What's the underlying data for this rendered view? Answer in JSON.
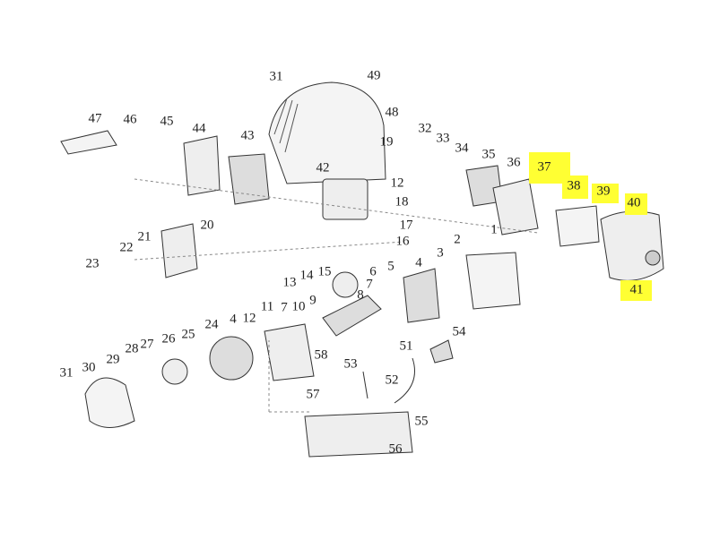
{
  "diagram": {
    "highlight_color": "#ffff33",
    "callouts": [
      {
        "id": "31",
        "highlighted": false
      },
      {
        "id": "49",
        "highlighted": false
      },
      {
        "id": "48",
        "highlighted": false
      },
      {
        "id": "47",
        "highlighted": false
      },
      {
        "id": "46",
        "highlighted": false
      },
      {
        "id": "45",
        "highlighted": false
      },
      {
        "id": "44",
        "highlighted": false
      },
      {
        "id": "43",
        "highlighted": false
      },
      {
        "id": "32",
        "highlighted": false
      },
      {
        "id": "33",
        "highlighted": false
      },
      {
        "id": "34",
        "highlighted": false
      },
      {
        "id": "19",
        "highlighted": false
      },
      {
        "id": "35",
        "highlighted": false
      },
      {
        "id": "36",
        "highlighted": false
      },
      {
        "id": "37",
        "highlighted": true
      },
      {
        "id": "38",
        "highlighted": true
      },
      {
        "id": "39",
        "highlighted": true
      },
      {
        "id": "40",
        "highlighted": true
      },
      {
        "id": "41",
        "highlighted": true
      },
      {
        "id": "42",
        "highlighted": false
      },
      {
        "id": "12",
        "highlighted": false
      },
      {
        "id": "18",
        "highlighted": false
      },
      {
        "id": "17",
        "highlighted": false
      },
      {
        "id": "16",
        "highlighted": false
      },
      {
        "id": "20",
        "highlighted": false
      },
      {
        "id": "21",
        "highlighted": false
      },
      {
        "id": "22",
        "highlighted": false
      },
      {
        "id": "23",
        "highlighted": false
      },
      {
        "id": "1",
        "highlighted": false
      },
      {
        "id": "2",
        "highlighted": false
      },
      {
        "id": "3",
        "highlighted": false
      },
      {
        "id": "4",
        "highlighted": false
      },
      {
        "id": "5",
        "highlighted": false
      },
      {
        "id": "6",
        "highlighted": false
      },
      {
        "id": "14",
        "highlighted": false
      },
      {
        "id": "15",
        "highlighted": false
      },
      {
        "id": "13",
        "highlighted": false
      },
      {
        "id": "7",
        "highlighted": false
      },
      {
        "id": "8",
        "highlighted": false
      },
      {
        "id": "9",
        "highlighted": false
      },
      {
        "id": "10",
        "highlighted": false
      },
      {
        "id": "7",
        "highlighted": false
      },
      {
        "id": "11",
        "highlighted": false
      },
      {
        "id": "12",
        "highlighted": false
      },
      {
        "id": "4",
        "highlighted": false
      },
      {
        "id": "24",
        "highlighted": false
      },
      {
        "id": "25",
        "highlighted": false
      },
      {
        "id": "26",
        "highlighted": false
      },
      {
        "id": "27",
        "highlighted": false
      },
      {
        "id": "28",
        "highlighted": false
      },
      {
        "id": "29",
        "highlighted": false
      },
      {
        "id": "30",
        "highlighted": false
      },
      {
        "id": "31",
        "highlighted": false
      },
      {
        "id": "58",
        "highlighted": false
      },
      {
        "id": "53",
        "highlighted": false
      },
      {
        "id": "51",
        "highlighted": false
      },
      {
        "id": "54",
        "highlighted": false
      },
      {
        "id": "52",
        "highlighted": false
      },
      {
        "id": "57",
        "highlighted": false
      },
      {
        "id": "55",
        "highlighted": false
      },
      {
        "id": "56",
        "highlighted": false
      }
    ]
  }
}
